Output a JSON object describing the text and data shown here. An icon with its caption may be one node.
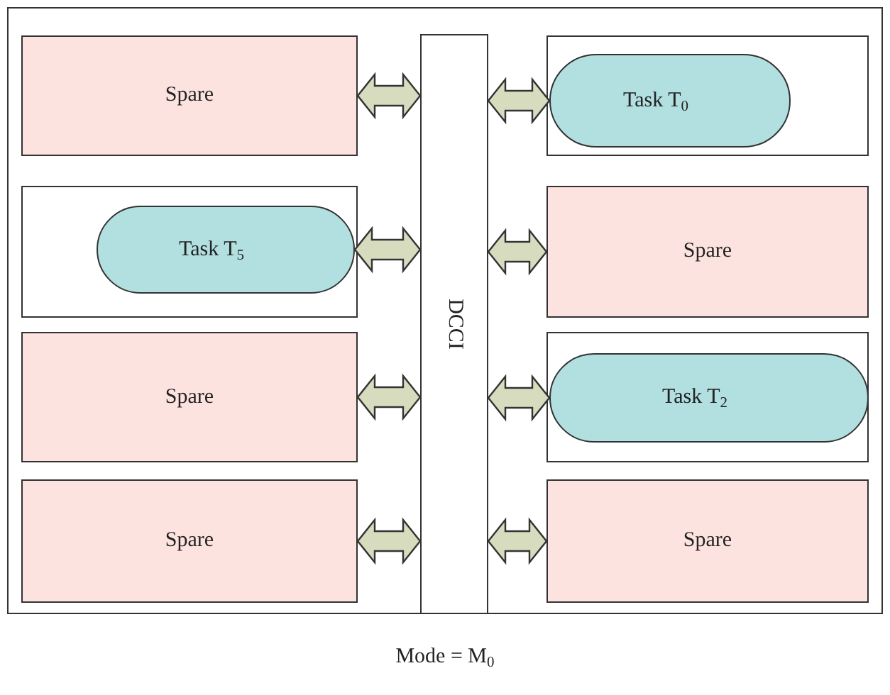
{
  "diagram": {
    "caption": "Mode = M$_{0}$",
    "nodes": [
      {
        "text": [],
        "shape": "box"
      },
      {
        "text": [
          "Spare"
        ],
        "in": 0
      },
      {
        "text": [],
        "shape": "box",
        "in": 0
      },
      {
        "text": [
          "Task T$_{0}$"
        ],
        "in": 2
      },
      {
        "text": [],
        "shape": "box",
        "in": 0
      },
      {
        "text": [
          "Task T$_{5}$"
        ],
        "in": 4
      },
      {
        "text": [
          "Spare"
        ],
        "in": 0
      },
      {
        "text": [
          "Spare"
        ],
        "in": 0
      },
      {
        "text": [],
        "shape": "box",
        "in": 0
      },
      {
        "text": [
          "Task T$_{2}$"
        ],
        "in": 8
      },
      {
        "text": [
          "Spare"
        ],
        "in": 0
      },
      {
        "text": [
          "Spare"
        ],
        "in": 0
      },
      {
        "text": [
          "DCCI"
        ],
        "in": 0
      }
    ],
    "edges": [
      {
        "from": 1,
        "to": 12,
        "arrow": "both"
      },
      {
        "from": 12,
        "to": 3,
        "arrow": "both"
      },
      {
        "from": 5,
        "to": 12,
        "arrow": "both"
      },
      {
        "from": 12,
        "to": 6,
        "arrow": "both"
      },
      {
        "from": 7,
        "to": 12,
        "arrow": "both"
      },
      {
        "from": 12,
        "to": 9,
        "arrow": "both"
      },
      {
        "from": 10,
        "to": 12,
        "arrow": "both"
      },
      {
        "from": 12,
        "to": 11,
        "arrow": "both"
      }
    ]
  }
}
